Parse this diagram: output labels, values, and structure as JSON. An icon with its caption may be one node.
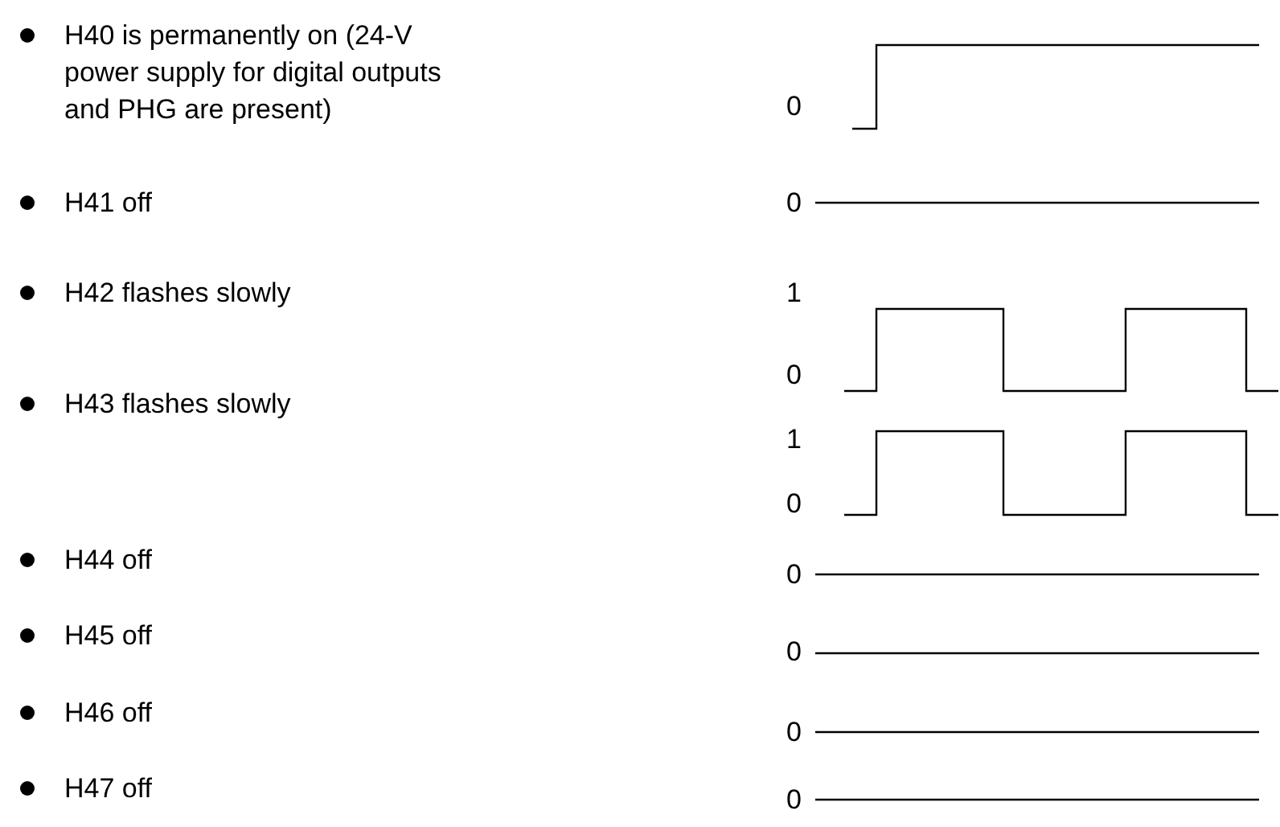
{
  "diagram": {
    "labels": [
      "H40 is permanently on (24-V power supply for digital outputs and PHG are present)",
      "0",
      "H41 off",
      "0",
      "H42 flashes slowly",
      "1",
      "0",
      "H43 flashes slowly",
      "1",
      "0",
      "H44 off",
      "0",
      "H45 off",
      "0",
      "H46 off",
      "0",
      "H47 off",
      "0"
    ]
  }
}
